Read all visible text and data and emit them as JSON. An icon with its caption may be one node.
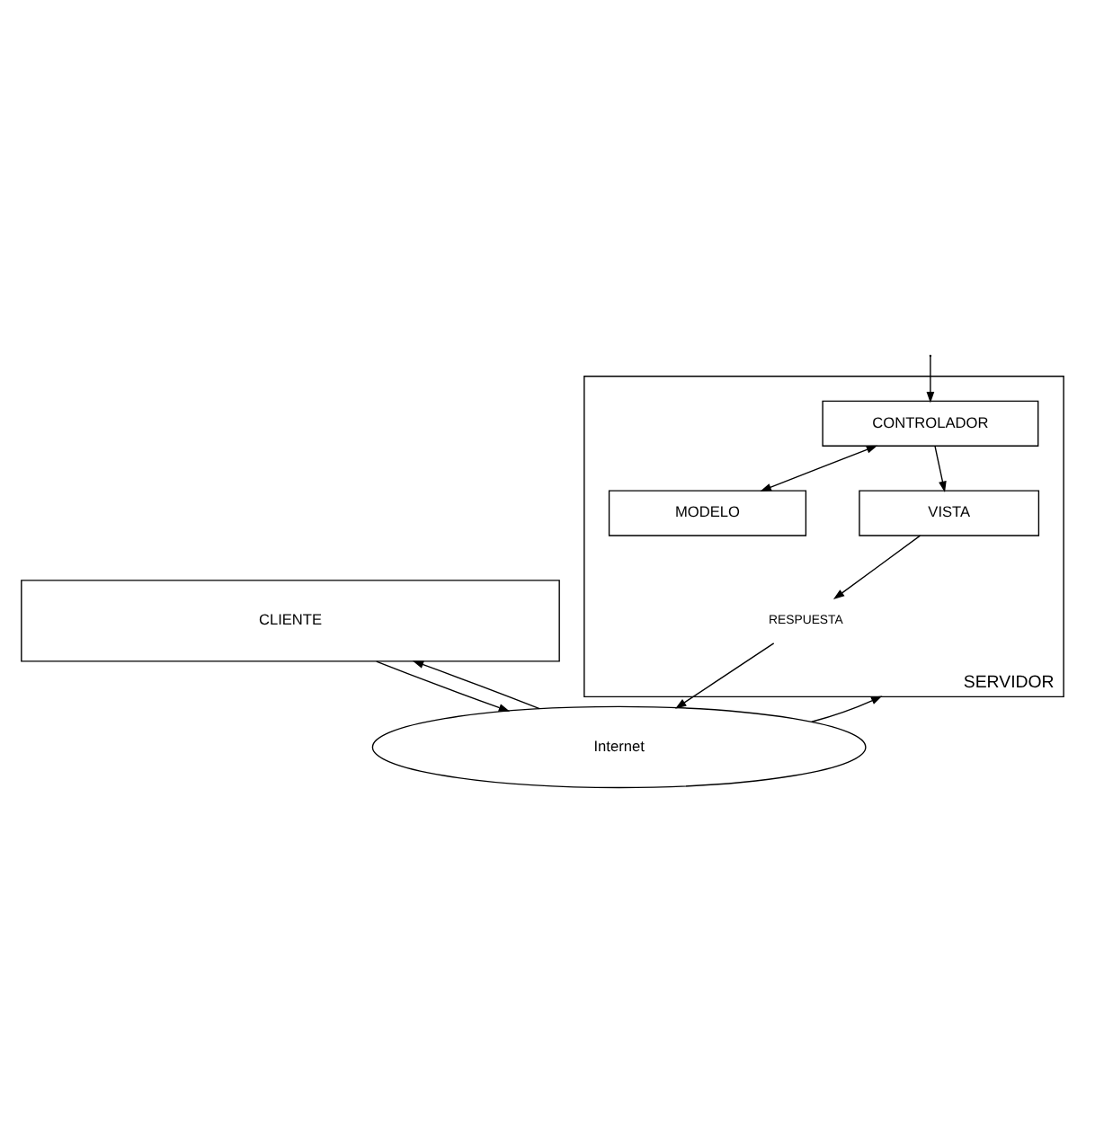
{
  "diagram": {
    "nodes": [
      {
        "text": [
          "CLIENTE"
        ]
      },
      {
        "text": [
          "Internet"
        ]
      },
      {
        "text": [
          "SERVIDOR"
        ]
      },
      {
        "text": [
          "CONTROLADOR"
        ],
        "in": 2
      },
      {
        "text": [
          "MODELO"
        ],
        "in": 2
      },
      {
        "text": [
          "VISTA"
        ],
        "in": 2
      },
      {
        "text": [
          "RESPUESTA"
        ],
        "in": 2
      }
    ],
    "edges": [
      {
        "from": 0,
        "to": 1,
        "arrow": "to"
      },
      {
        "from": 1,
        "to": 0,
        "arrow": "to"
      },
      {
        "from": 1,
        "to": 2,
        "arrow": "to"
      },
      {
        "from": null,
        "to": 3,
        "arrow": "to"
      },
      {
        "from": 3,
        "to": 4,
        "arrow": "both"
      },
      {
        "from": 3,
        "to": 5,
        "arrow": "to"
      },
      {
        "from": 5,
        "to": 6,
        "arrow": "to"
      },
      {
        "from": 6,
        "to": 1,
        "arrow": "to"
      }
    ]
  }
}
